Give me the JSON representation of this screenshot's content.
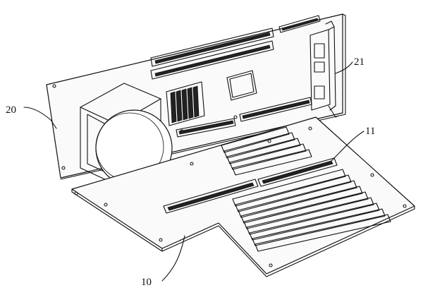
{
  "figure": {
    "callouts": [
      {
        "id": "20",
        "label": "20",
        "target": "back-plate"
      },
      {
        "id": "21",
        "label": "21",
        "target": "expansion-card-bracket"
      },
      {
        "id": "11",
        "label": "11",
        "target": "riser-slot-connector"
      },
      {
        "id": "10",
        "label": "10",
        "target": "base-plate"
      }
    ],
    "parts": {
      "base_plate_slots": 9,
      "upper_slot_bank": 5,
      "heatsink_fins": 6
    }
  }
}
